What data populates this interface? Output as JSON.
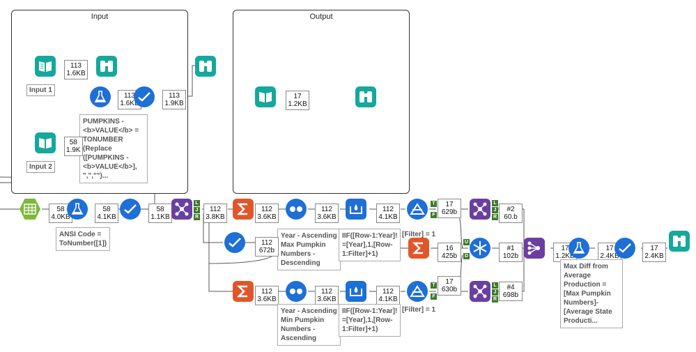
{
  "containers": {
    "input_title": "Input",
    "output_title": "Output"
  },
  "labels": {
    "input1": "Input 1",
    "input2": "Input 2"
  },
  "badges": {
    "b_in1": [
      "113",
      "1.6KB"
    ],
    "b_formula1": [
      "113",
      "1.6KB"
    ],
    "b_select1": [
      "113",
      "1.9KB"
    ],
    "b_in2": [
      "58",
      "1.9K"
    ],
    "b_out_in": [
      "17",
      "1.2KB"
    ],
    "b_text": [
      "58",
      "4.0KB"
    ],
    "b_formula2": [
      "58",
      "4.1KB"
    ],
    "b_select2": [
      "58",
      "1.1KB"
    ],
    "b_join": [
      "112",
      "3.8KB"
    ],
    "b_sum1": [
      "112",
      "3.6KB"
    ],
    "b_id1": [
      "112",
      "3.6KB"
    ],
    "b_multirow1": [
      "112",
      "4.1KB"
    ],
    "b_filter1": [
      "17",
      "629b"
    ],
    "b_select3": [
      "112",
      "672b"
    ],
    "b_sum2": [
      "16",
      "425b"
    ],
    "b_sum3": [
      "112",
      "3.6KB"
    ],
    "b_id3": [
      "112",
      "3.6KB"
    ],
    "b_multirow3": [
      "112",
      "4.1KB"
    ],
    "b_filter3": [
      "17",
      "630b"
    ],
    "b_join2": [
      "#2",
      "60.b"
    ],
    "b_union": [
      "#1",
      "102b"
    ],
    "b_join3": [
      "#4",
      "698b"
    ],
    "b_append": [
      "17",
      "1.2KB"
    ],
    "b_formula3": [
      "17",
      "2.4KB"
    ],
    "b_select4": [
      "17",
      "2.4KB"
    ]
  },
  "annotations": {
    "pumpkins_formula": [
      "PUMPKINS -",
      "<b>VALUE</b> =",
      "TONUMBER",
      "(Replace",
      "([PUMPKINS -",
      "<b>VALUE</b>],",
      "\",\",\"\")..."
    ],
    "ansi": [
      "ANSI Code =",
      "ToNumber([1])"
    ],
    "sort_desc": [
      "Year - Ascending",
      "Max Pumpkin",
      "Numbers -",
      "Descending"
    ],
    "iif_top": [
      "IIF([Row-1:Year]!",
      "=[Year],1,[Row-",
      "1:Filter]+1)"
    ],
    "filter_top": [
      "[Filter] = 1"
    ],
    "sort_asc": [
      "Year - Ascending",
      "Min Pumpkin",
      "Numbers -",
      "Ascending"
    ],
    "iif_bottom": [
      "IIF([Row-1:Year]!",
      "=[Year],1,[Row-",
      "1:Filter]+1)"
    ],
    "filter_bottom": [
      "[Filter] = 1"
    ],
    "maxdiff": [
      "Max Diff from",
      "Average",
      "Production =",
      "[Max Pumpkin",
      "Numbers]-",
      "[Average State",
      "Producti..."
    ]
  },
  "colors": {
    "teal": "#15a89c",
    "purple": "#6b3fa0",
    "orange": "#e0562b",
    "blue": "#1e6fd6",
    "lime": "#7cb83a"
  }
}
